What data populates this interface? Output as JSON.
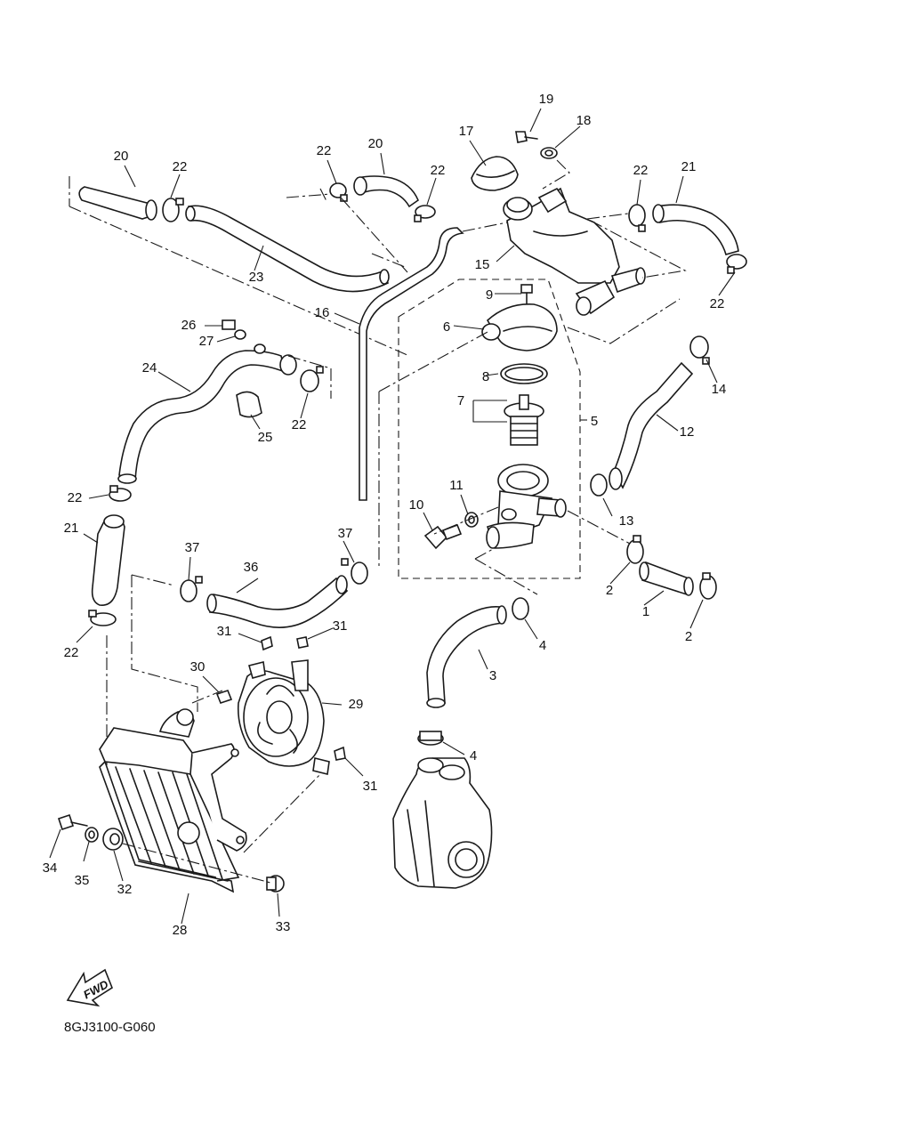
{
  "diagram_code": "8GJ3100-G060",
  "fwd_label": "FWD",
  "callouts": [
    "1",
    "2",
    "2",
    "3",
    "4",
    "4",
    "5",
    "6",
    "7",
    "8",
    "9",
    "10",
    "11",
    "12",
    "13",
    "14",
    "15",
    "16",
    "17",
    "18",
    "19",
    "20",
    "20",
    "21",
    "21",
    "22",
    "22",
    "22",
    "22",
    "22",
    "22",
    "22",
    "22",
    "23",
    "24",
    "25",
    "26",
    "27",
    "28",
    "29",
    "30",
    "31",
    "31",
    "31",
    "32",
    "33",
    "34",
    "35",
    "36",
    "37",
    "37"
  ]
}
